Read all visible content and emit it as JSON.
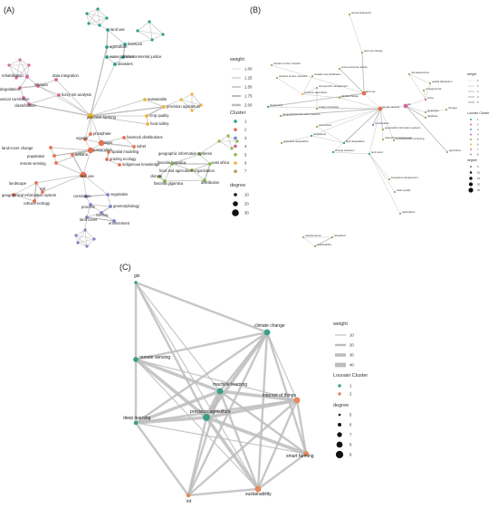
{
  "panels": {
    "a": {
      "label": "(A)",
      "nodes": [
        {
          "id": "land-use",
          "label": "land use",
          "cluster": 1
        },
        {
          "id": "agriculture",
          "label": "agriculture",
          "cluster": 1
        },
        {
          "id": "livestock",
          "label": "livestock",
          "cluster": 1
        },
        {
          "id": "water-pollution",
          "label": "water pollution",
          "cluster": 1
        },
        {
          "id": "environmental-justice",
          "label": "environmental justice",
          "cluster": 1
        },
        {
          "id": "disasters",
          "label": "disasters",
          "cluster": 1
        },
        {
          "id": "rehabilitation",
          "label": "rehabilitation",
          "cluster": 4
        },
        {
          "id": "data-integration",
          "label": "data integration",
          "cluster": 4
        },
        {
          "id": "ethiopia",
          "label": "ethiopia",
          "cluster": 4
        },
        {
          "id": "degradation",
          "label": "degradation",
          "cluster": 4
        },
        {
          "id": "fuzzy-set-analysis",
          "label": "fuzzy set analysis",
          "cluster": 4
        },
        {
          "id": "canonical-correlation",
          "label": "canonical correlation",
          "cluster": 4
        },
        {
          "id": "classification",
          "label": "classification",
          "cluster": 4
        },
        {
          "id": "sustainable",
          "label": "sustainable",
          "cluster": 6
        },
        {
          "id": "precision-agriculture",
          "label": "precision agriculture",
          "cluster": 6
        },
        {
          "id": "precision-farming",
          "label": "precision farming",
          "cluster": 6
        },
        {
          "id": "crop-quality",
          "label": "crop quality",
          "cluster": 6
        },
        {
          "id": "food-safety",
          "label": "food safety",
          "cluster": 6
        },
        {
          "id": "phosphate",
          "label": "phosphate",
          "cluster": 2
        },
        {
          "id": "nigeria",
          "label": "nigeria",
          "cluster": 2
        },
        {
          "id": "niger",
          "label": "niger",
          "cluster": 2
        },
        {
          "id": "livestock-distributions",
          "label": "livestock distributions",
          "cluster": 2
        },
        {
          "id": "sahel",
          "label": "sahel",
          "cluster": 2
        },
        {
          "id": "land-cover-change",
          "label": "land-cover change",
          "cluster": 2
        },
        {
          "id": "population",
          "label": "population",
          "cluster": 2
        },
        {
          "id": "remote-sensing-a",
          "label": "remote sensing",
          "cluster": 2
        },
        {
          "id": "pastoralism",
          "label": "pastoralism",
          "cluster": 2
        },
        {
          "id": "spatial-modeling",
          "label": "spatial modeling",
          "cluster": 2
        },
        {
          "id": "grazing-ecology",
          "label": "grazing ecology",
          "cluster": 2
        },
        {
          "id": "indigenous-knowledge",
          "label": "indigenous knowledge",
          "cluster": 2
        },
        {
          "id": "land-use-2",
          "label": "land use",
          "cluster": 2
        },
        {
          "id": "turkana",
          "label": "turkana",
          "cluster": 2
        },
        {
          "id": "landscape",
          "label": "landscape",
          "cluster": 2
        },
        {
          "id": "soil",
          "label": "soil",
          "cluster": 2
        },
        {
          "id": "geographical-information-system",
          "label": "geographical information system",
          "cluster": 2
        },
        {
          "id": "cultural-ecology",
          "label": "cultural ecology",
          "cluster": 2
        },
        {
          "id": "vegetation",
          "label": "vegetation",
          "cluster": 3
        },
        {
          "id": "correlation",
          "label": "correlation",
          "cluster": 3
        },
        {
          "id": "process",
          "label": "process",
          "cluster": 3
        },
        {
          "id": "geomorphology",
          "label": "geomorphology",
          "cluster": 3
        },
        {
          "id": "overlay",
          "label": "overlay",
          "cluster": 3
        },
        {
          "id": "land-cover",
          "label": "land cover",
          "cluster": 3
        },
        {
          "id": "environment",
          "label": "environment",
          "cluster": 3
        },
        {
          "id": "geographic-information-systems",
          "label": "geographic information systems",
          "cluster": 5
        },
        {
          "id": "fasciola-hepatica",
          "label": "fasciola hepatica",
          "cluster": 5
        },
        {
          "id": "east-africa",
          "label": "east africa",
          "cluster": 5
        },
        {
          "id": "food-and-agriculture-organization",
          "label": "food and agriculture organization",
          "cluster": 5
        },
        {
          "id": "climate",
          "label": "climate",
          "cluster": 5
        },
        {
          "id": "fasciola-gigantica",
          "label": "fasciola gigantica",
          "cluster": 5
        },
        {
          "id": "distribution",
          "label": "distribution",
          "cluster": 5
        }
      ],
      "legend": {
        "weight_title": "weight",
        "weight_values": [
          "1.00",
          "1.25",
          "1.50",
          "1.75",
          "2.00"
        ],
        "cluster_title": "Cluster",
        "cluster_values": [
          "1",
          "2",
          "3",
          "4",
          "5",
          "6",
          "7"
        ],
        "degree_title": "degree",
        "degree_values": [
          "10",
          "20",
          "30"
        ]
      }
    },
    "b": {
      "label": "(B)",
      "nodes": [
        {
          "id": "animal-husbandry",
          "label": "animal husbandry"
        },
        {
          "id": "land-use-change",
          "label": "land use change"
        },
        {
          "id": "wireless-sensor-network",
          "label": "wireless sensor network"
        },
        {
          "id": "wireless-sensor-networks",
          "label": "wireless sensor networks"
        },
        {
          "id": "variable-rate-fertilization",
          "label": "variable rate fertilization"
        },
        {
          "id": "socio-economic-activity",
          "label": "socio-economic activity"
        },
        {
          "id": "risk-assessment",
          "label": "risk assessment"
        },
        {
          "id": "spatial-distribution",
          "label": "spatial distribution"
        },
        {
          "id": "ecological-risk",
          "label": "ecological risk"
        },
        {
          "id": "precision-agriculture-b",
          "label": "precision agriculture"
        },
        {
          "id": "site-specific-management",
          "label": "site-specific management"
        },
        {
          "id": "land-use-b",
          "label": "land use"
        },
        {
          "id": "climate-change-b",
          "label": "climate change"
        },
        {
          "id": "biodiversity",
          "label": "biodiversity"
        },
        {
          "id": "geographical-information-systems",
          "label": "geographical information systems"
        },
        {
          "id": "image-processing",
          "label": "image processing"
        },
        {
          "id": "remote-sensing-b",
          "label": "remote sensing"
        },
        {
          "id": "china",
          "label": "china"
        },
        {
          "id": "gis",
          "label": "gis"
        },
        {
          "id": "landscape-b",
          "label": "landscape"
        },
        {
          "id": "nitrogen",
          "label": "nitrogen"
        },
        {
          "id": "database",
          "label": "database"
        },
        {
          "id": "conservation",
          "label": "conservation"
        },
        {
          "id": "geographic-information-systems-b",
          "label": "geographic information systems"
        },
        {
          "id": "environmental-monitoring",
          "label": "environmental monitoring"
        },
        {
          "id": "soil-erosion",
          "label": "soil erosion"
        },
        {
          "id": "rangelands",
          "label": "rangelands"
        },
        {
          "id": "land-degradation",
          "label": "land degradation"
        },
        {
          "id": "watershed-management",
          "label": "watershed management"
        },
        {
          "id": "grassland-degradation",
          "label": "grassland degradation"
        },
        {
          "id": "change-detection",
          "label": "change detection"
        },
        {
          "id": "land-cover-b",
          "label": "land cover"
        },
        {
          "id": "agriculture-b",
          "label": "agriculture"
        },
        {
          "id": "integrated-management",
          "label": "integrated management"
        },
        {
          "id": "water-quality",
          "label": "water quality"
        },
        {
          "id": "pastoralism-b",
          "label": "pastoralism"
        },
        {
          "id": "transhumance",
          "label": "transhumance"
        },
        {
          "id": "rangeland",
          "label": "rangeland"
        },
        {
          "id": "sustainability-b",
          "label": "sustainability"
        }
      ],
      "legend": {
        "weight_title": "weight",
        "weight_values": [
          "1",
          "2",
          "3",
          "4",
          "5"
        ],
        "cluster_title": "Louvain Cluster",
        "cluster_values": [
          "1",
          "2",
          "3",
          "4",
          "5",
          "6",
          "7",
          "8"
        ],
        "degree_title": "degree",
        "degree_values": [
          "5",
          "10",
          "15",
          "20",
          "25"
        ]
      }
    },
    "c": {
      "label": "(C)",
      "nodes": [
        {
          "id": "gis-c",
          "label": "gis",
          "cluster": 1,
          "degree": 5
        },
        {
          "id": "climate-change-c",
          "label": "climate change",
          "cluster": 1,
          "degree": 8
        },
        {
          "id": "remote-sensing-c",
          "label": "remote sensing",
          "cluster": 1,
          "degree": 7
        },
        {
          "id": "machine-learning",
          "label": "machine learning",
          "cluster": 1,
          "degree": 8
        },
        {
          "id": "internet-of-things",
          "label": "internet of things",
          "cluster": 2,
          "degree": 8
        },
        {
          "id": "deep-learning",
          "label": "deep learning",
          "cluster": 1,
          "degree": 6
        },
        {
          "id": "precision-agriculture-c",
          "label": "precision agriculture",
          "cluster": 1,
          "degree": 9
        },
        {
          "id": "smart-farming",
          "label": "smart farming",
          "cluster": 2,
          "degree": 7
        },
        {
          "id": "sustainability-c",
          "label": "sustainability",
          "cluster": 2,
          "degree": 8
        },
        {
          "id": "iot",
          "label": "iot",
          "cluster": 2,
          "degree": 6
        }
      ],
      "legend": {
        "weight_title": "weight",
        "weight_values": [
          "10",
          "20",
          "30",
          "40"
        ],
        "cluster_title": "Louvain Cluster",
        "cluster_values": [
          "1",
          "2"
        ],
        "degree_title": "degree",
        "degree_values": [
          "5",
          "6",
          "7",
          "8",
          "9"
        ]
      }
    }
  },
  "colors": {
    "cluster1": "#2a9d8f",
    "cluster2": "#e76f51",
    "cluster3": "#7b86c6",
    "cluster4": "#d4679f",
    "cluster5": "#8ab84a",
    "cluster6": "#e9b533",
    "cluster7": "#b59a5e",
    "cluster8": "#999999",
    "edge": "#bdbdbd",
    "node_c1": "#3a9e88",
    "node_c2": "#e8875a"
  }
}
